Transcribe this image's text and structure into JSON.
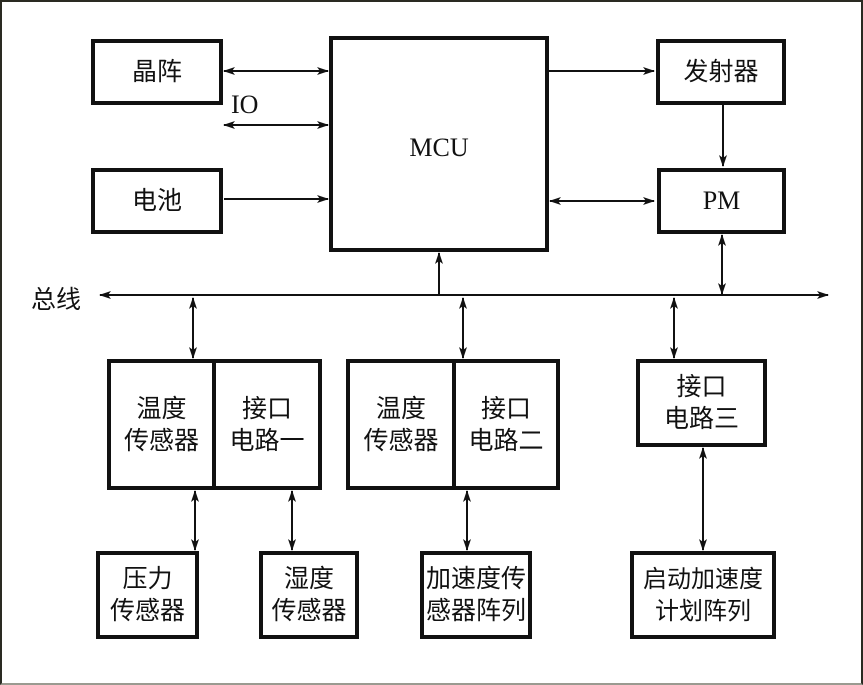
{
  "diagram": {
    "bus_label": "总线",
    "io_label": "IO",
    "blocks": {
      "crystal": "晶阵",
      "battery": "电池",
      "mcu": "MCU",
      "transmitter": "发射器",
      "pm": "PM",
      "temp_sensor_1": "温度\n传感器",
      "interface_1": "接口\n电路一",
      "temp_sensor_2": "温度\n传感器",
      "interface_2": "接口\n电路二",
      "interface_3": "接口\n电路三",
      "pressure_sensor": "压力\n传感器",
      "humidity_sensor": "湿度\n传感器",
      "accel_array": "加速度传\n感器阵列",
      "start_accel_array": "启动加速度\n计划阵列"
    },
    "connections": [
      {
        "from": "crystal",
        "to": "mcu",
        "type": "bidirectional"
      },
      {
        "from": "io",
        "to": "mcu",
        "type": "bidirectional"
      },
      {
        "from": "battery",
        "to": "mcu",
        "type": "unidirectional"
      },
      {
        "from": "mcu",
        "to": "transmitter",
        "type": "unidirectional"
      },
      {
        "from": "transmitter",
        "to": "pm",
        "type": "unidirectional"
      },
      {
        "from": "mcu",
        "to": "pm",
        "type": "bidirectional"
      },
      {
        "from": "bus",
        "to": "mcu",
        "type": "unidirectional"
      },
      {
        "from": "pm",
        "to": "bus",
        "type": "bidirectional"
      },
      {
        "from": "bus",
        "to": "temp_sensor_1",
        "type": "bidirectional"
      },
      {
        "from": "bus",
        "to": "interface_2",
        "type": "bidirectional"
      },
      {
        "from": "bus",
        "to": "interface_3",
        "type": "bidirectional"
      },
      {
        "from": "temp_sensor_1",
        "to": "pressure_sensor",
        "type": "bidirectional"
      },
      {
        "from": "interface_1",
        "to": "humidity_sensor",
        "type": "bidirectional"
      },
      {
        "from": "interface_2",
        "to": "accel_array",
        "type": "bidirectional"
      },
      {
        "from": "interface_3",
        "to": "start_accel_array",
        "type": "bidirectional"
      }
    ]
  }
}
